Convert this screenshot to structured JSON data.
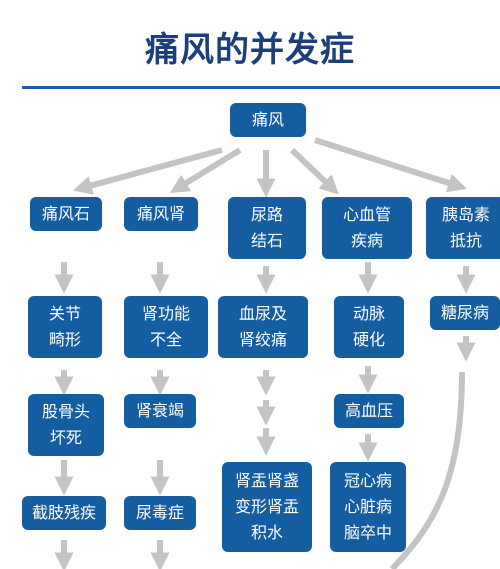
{
  "title": "痛风的并发症",
  "nodes": {
    "root": "痛风",
    "c1_1": "痛风石",
    "c2_1": "痛风肾",
    "c3_1": "尿路\n结石",
    "c4_1": "心血管\n疾病",
    "c5_1": "胰岛素\n抵抗",
    "c1_2": "关节\n畸形",
    "c2_2": "肾功能\n不全",
    "c3_2": "血尿及\n肾绞痛",
    "c4_2": "动脉\n硬化",
    "c5_2": "糖尿病",
    "c1_3": "股骨头\n坏死",
    "c2_3": "肾衰竭",
    "c4_3": "高血压",
    "c1_4": "截肢残疾",
    "c2_4": "尿毒症",
    "c3_4": "肾盂肾盏\n变形肾盂\n积水",
    "c4_4": "冠心病\n心脏病\n脑卒中"
  },
  "colors": {
    "node": "#145da0",
    "title": "#1c3f7c",
    "rule": "#1f5aa6",
    "arrow": "#c4c4c4"
  }
}
